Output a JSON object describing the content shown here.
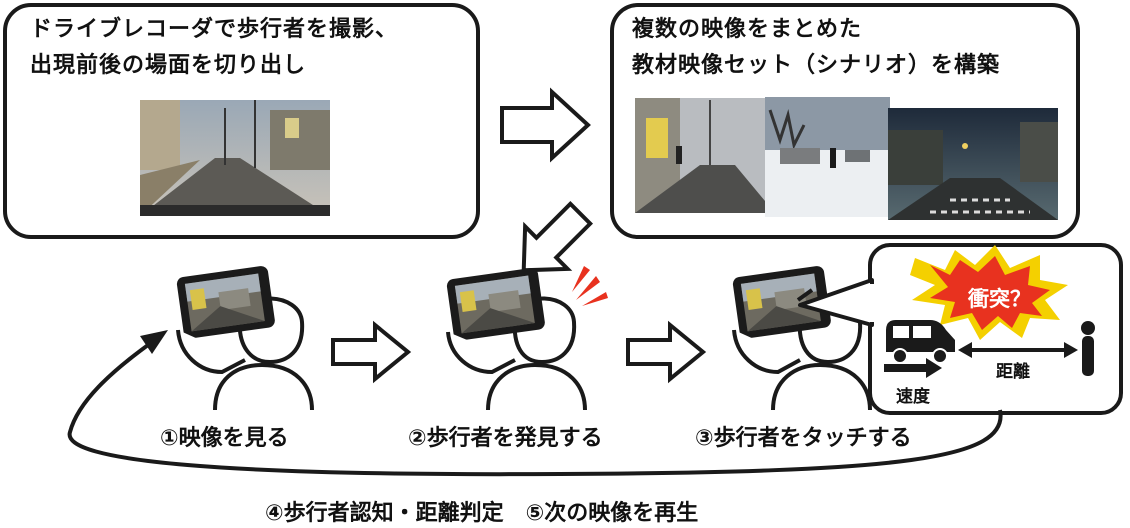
{
  "box1": {
    "line1": "ドライブレコーダで歩行者を撮影、",
    "line2": "出現前後の場面を切り出し"
  },
  "box2": {
    "line1": "複数の映像をまとめた",
    "line2": "教材映像セット（シナリオ）を構築"
  },
  "steps": {
    "s1": "①映像を見る",
    "s2": "②歩行者を発見する",
    "s3": "③歩行者をタッチする"
  },
  "loop_label": "④歩行者認知・距離判定　⑤次の映像を再生",
  "popup": {
    "collision": "衝突？",
    "distance": "距離",
    "speed": "速度"
  },
  "colors": {
    "burst_outer": "#f4d000",
    "burst_inner": "#e8321f",
    "alert": "#e8321f"
  }
}
